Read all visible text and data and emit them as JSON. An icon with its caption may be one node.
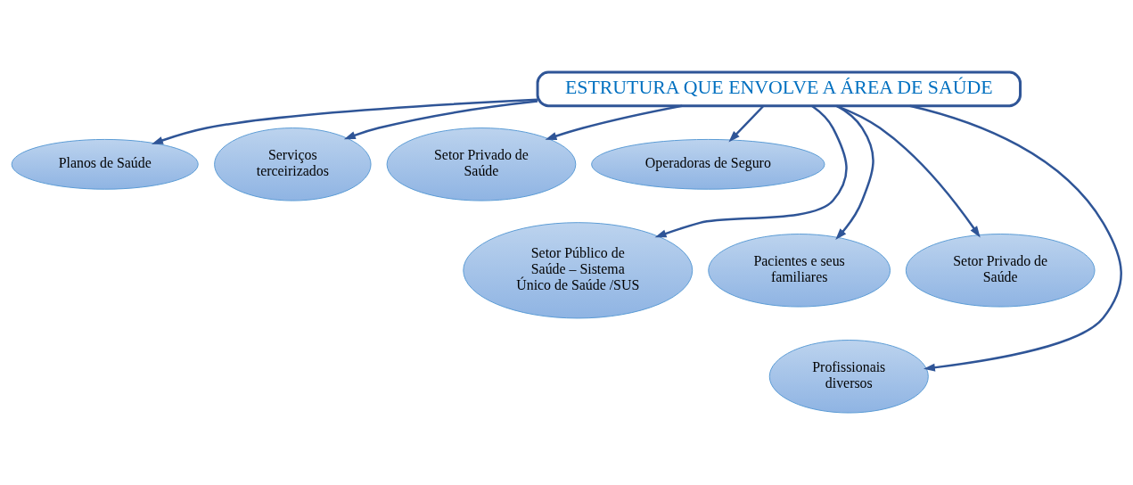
{
  "diagram": {
    "nodes": [
      {
        "text": [
          "ESTRUTURA QUE ENVOLVE A ÁREA DE SAÚDE"
        ]
      },
      {
        "text": [
          "Planos de Saúde"
        ]
      },
      {
        "text": [
          "Serviços terceirizados"
        ]
      },
      {
        "text": [
          "Setor Privado de Saúde"
        ]
      },
      {
        "text": [
          "Operadoras de Seguro"
        ]
      },
      {
        "text": [
          "Setor Público de Saúde – Sistema Único de Saúde /SUS"
        ]
      },
      {
        "text": [
          "Pacientes e seus familiares"
        ]
      },
      {
        "text": [
          "Setor Privado de Saúde"
        ]
      },
      {
        "text": [
          "Profissionais diversos"
        ]
      }
    ],
    "edges": [
      {
        "from": 0,
        "to": 1,
        "arrow": "to"
      },
      {
        "from": 0,
        "to": 5,
        "arrow": "to"
      },
      {
        "from": 0,
        "to": 2,
        "arrow": "to"
      },
      {
        "from": 0,
        "to": 8,
        "arrow": "to"
      },
      {
        "from": 0,
        "to": 6,
        "arrow": "to"
      },
      {
        "from": 0,
        "to": 3,
        "arrow": "to"
      },
      {
        "from": 0,
        "to": 7,
        "arrow": "to"
      },
      {
        "from": 0,
        "to": 4,
        "arrow": "to"
      }
    ]
  }
}
